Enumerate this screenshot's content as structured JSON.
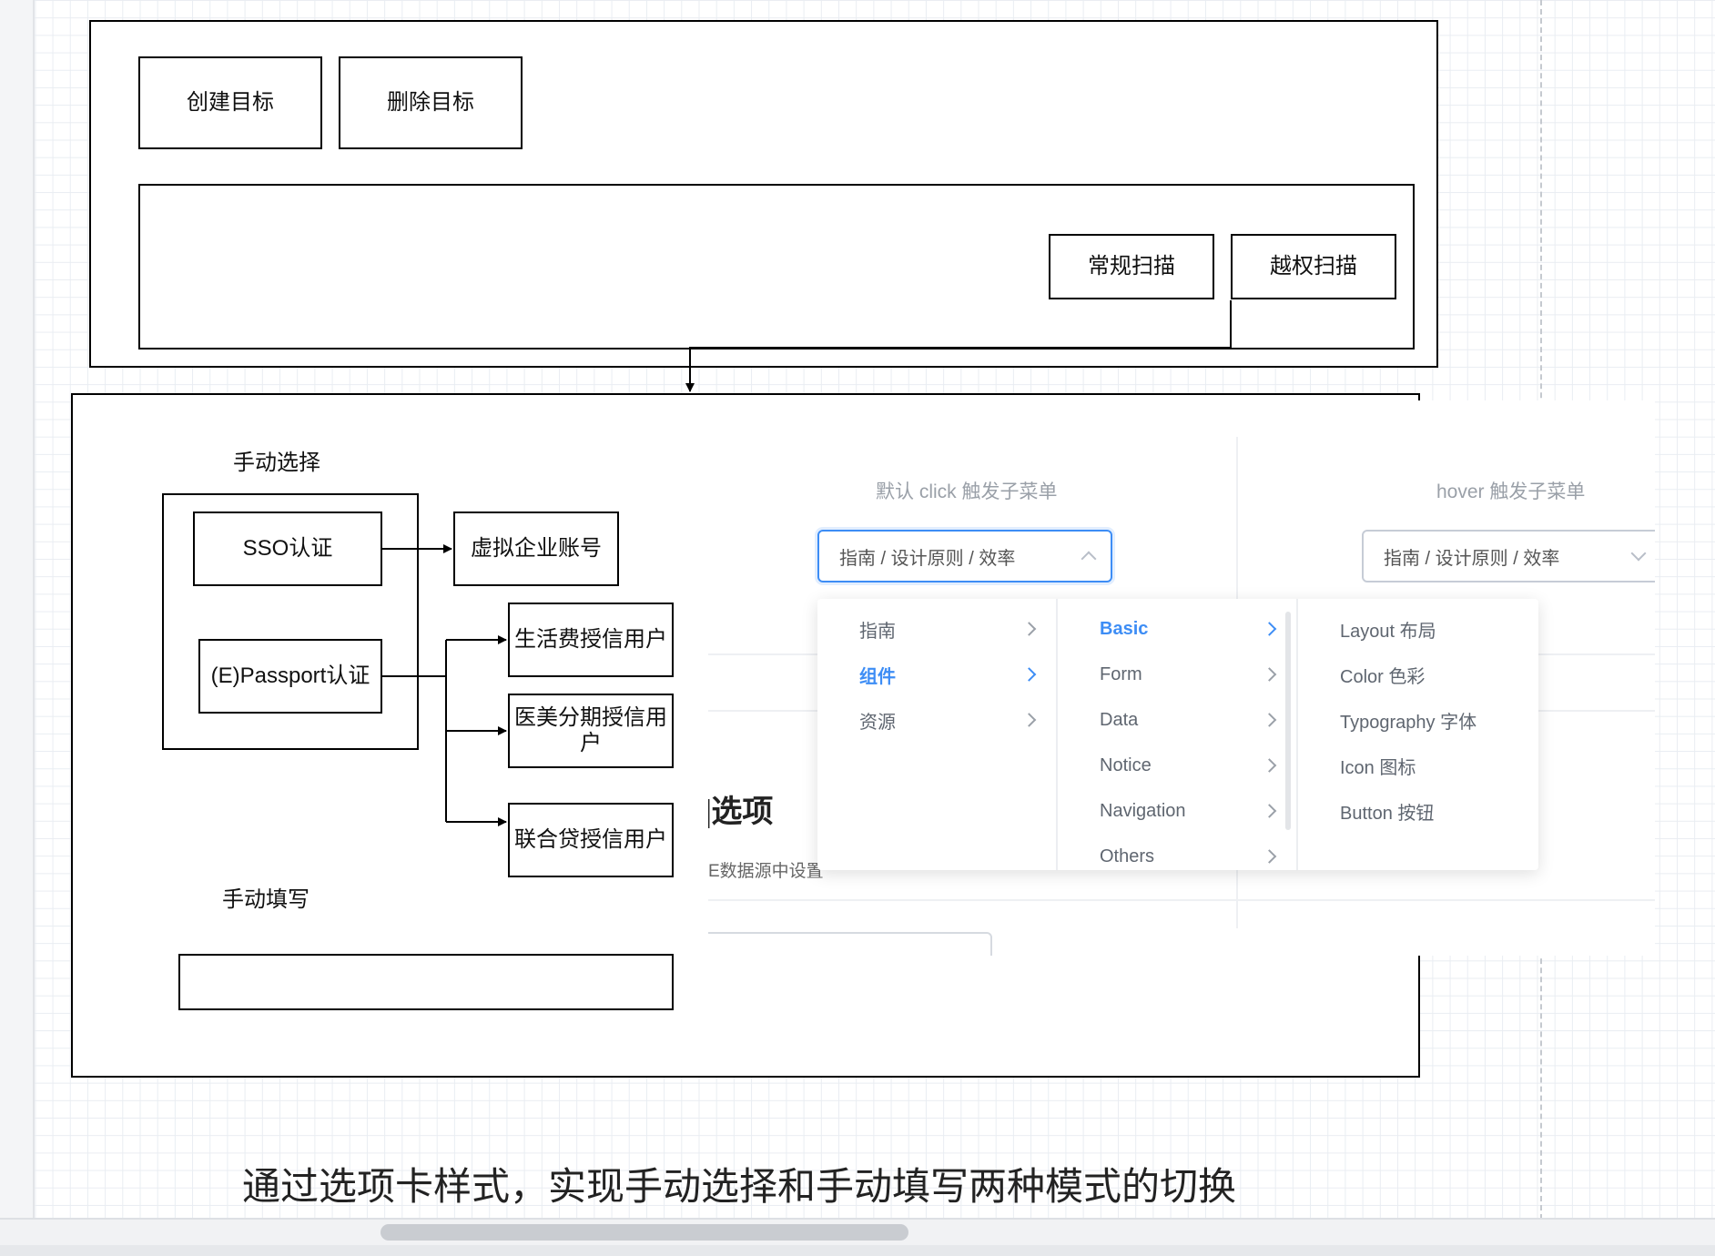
{
  "top_group": {
    "create_target": "创建目标",
    "delete_target": "删除目标",
    "regular_scan": "常规扫描",
    "override_scan": "越权扫描"
  },
  "manual_section": {
    "select_label": "手动选择",
    "sso": "SSO认证",
    "passport": "(E)Passport认证",
    "virtual_account": "虚拟企业账号",
    "living_credit": "生活费授信用户",
    "medical_credit": "医美分期授信用户",
    "joint_loan_credit": "联合贷授信用户",
    "fill_label": "手动填写"
  },
  "embedded_ui": {
    "click_title": "默认 click 触发子菜单",
    "hover_title": "hover 触发子菜单",
    "click_select_value": "指南 / 设计原则 / 效率",
    "hover_select_value": "指南 / 设计原则 / 效率",
    "partial_heading": "]选项",
    "partial_text": "E数据源中设置",
    "menu": {
      "col1": [
        {
          "label": "指南",
          "active": false
        },
        {
          "label": "组件",
          "active": true
        },
        {
          "label": "资源",
          "active": false
        }
      ],
      "col2": [
        {
          "label": "Basic",
          "active": true
        },
        {
          "label": "Form",
          "active": false
        },
        {
          "label": "Data",
          "active": false
        },
        {
          "label": "Notice",
          "active": false
        },
        {
          "label": "Navigation",
          "active": false
        },
        {
          "label": "Others",
          "active": false
        }
      ],
      "col3": [
        {
          "label": "Layout 布局"
        },
        {
          "label": "Color 色彩"
        },
        {
          "label": "Typography 字体"
        },
        {
          "label": "Icon 图标"
        },
        {
          "label": "Button 按钮"
        }
      ]
    }
  },
  "caption": "通过选项卡样式，实现手动选择和手动填写两种模式的切换",
  "colors": {
    "accent": "#3d8df5",
    "stroke": "#000000",
    "grid": "#e9edf2"
  }
}
